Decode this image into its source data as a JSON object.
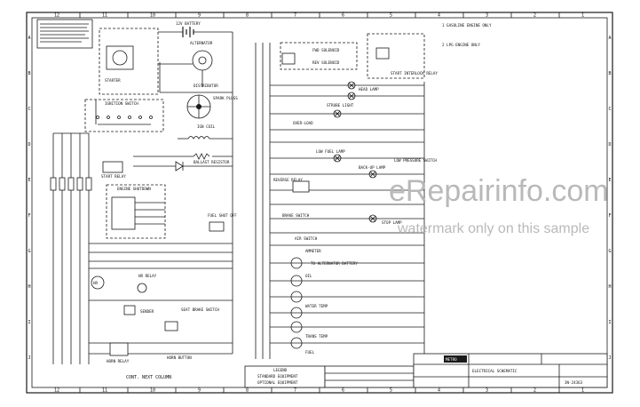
{
  "grid": {
    "top_numbers": [
      "12",
      "11",
      "10",
      "9",
      "8",
      "7",
      "6",
      "5",
      "4",
      "3",
      "2",
      "1"
    ],
    "bottom_numbers": [
      "12",
      "11",
      "10",
      "9",
      "8",
      "7",
      "6",
      "5",
      "4",
      "3",
      "2",
      "1"
    ],
    "left_letters": [
      "A",
      "B",
      "C",
      "D",
      "E",
      "F",
      "G",
      "H",
      "I",
      "J"
    ],
    "right_letters": [
      "A",
      "B",
      "C",
      "D",
      "E",
      "F",
      "G",
      "H",
      "I",
      "J"
    ]
  },
  "notes": {
    "gasoline": "1  GASOLINE ENGINE ONLY",
    "lpg": "2  LPG ENGINE ONLY"
  },
  "labels": {
    "battery": "12V BATTERY",
    "alternator": "ALTERNATOR",
    "starter": "STARTER",
    "distributor": "DISTRIBUTOR",
    "spark_plugs": "SPARK PLUGS",
    "ign_coil": "IGN COIL",
    "ballast_resistor": "BALLAST RESISTOR",
    "ignition_switch": "IGNITION SWITCH",
    "start_relay": "START RELAY",
    "engine_shutdown": "ENGINE SHUTDOWN",
    "fuel_shut_off": "FUEL SHUT OFF",
    "hr_relay": "HR RELAY",
    "sender": "SENDER",
    "seat_brake": "SEAT BRAKE SWITCH",
    "horn_button": "HORN BUTTON",
    "horn_relay": "HORN RELAY",
    "fwd_solenoid": "FWD SOLENOID",
    "rev_solenoid": "REV SOLENOID",
    "start_interlock": "START INTERLOCK RELAY",
    "head_lamp": "HEAD LAMP",
    "strobe_light": "STROBE LIGHT",
    "overload": "OVER-LOAD",
    "low_fuel": "LOW FUEL LAMP",
    "low_pressure": "LOW PRESSURE SWITCH",
    "back_up": "BACK-UP LAMP",
    "reverse_relay": "REVERSE RELAY",
    "brake_switch": "BRAKE SWITCH",
    "stop_lamp": "STOP LAMP",
    "air_switch": "AIR SWITCH",
    "ammeter": "AMMETER",
    "battery_terminal": "TO ALTERNATOR BATTERY",
    "oil": "OIL",
    "water_temp": "WATER TEMP",
    "trans_temp": "TRANS TEMP",
    "fuel": "FUEL",
    "cont_next": "CONT. NEXT COLUMN"
  },
  "title_block": {
    "company": "METRO",
    "title": "ELECTRICAL SCHEMATIC",
    "drawing_no": "3N-24363",
    "legend": "LEGEND",
    "standard": "STANDARD EQUIPMENT",
    "optional": "OPTIONAL EQUIPMENT"
  },
  "watermark": {
    "site": "eRepairinfo.com",
    "note": "watermark only on this sample"
  }
}
